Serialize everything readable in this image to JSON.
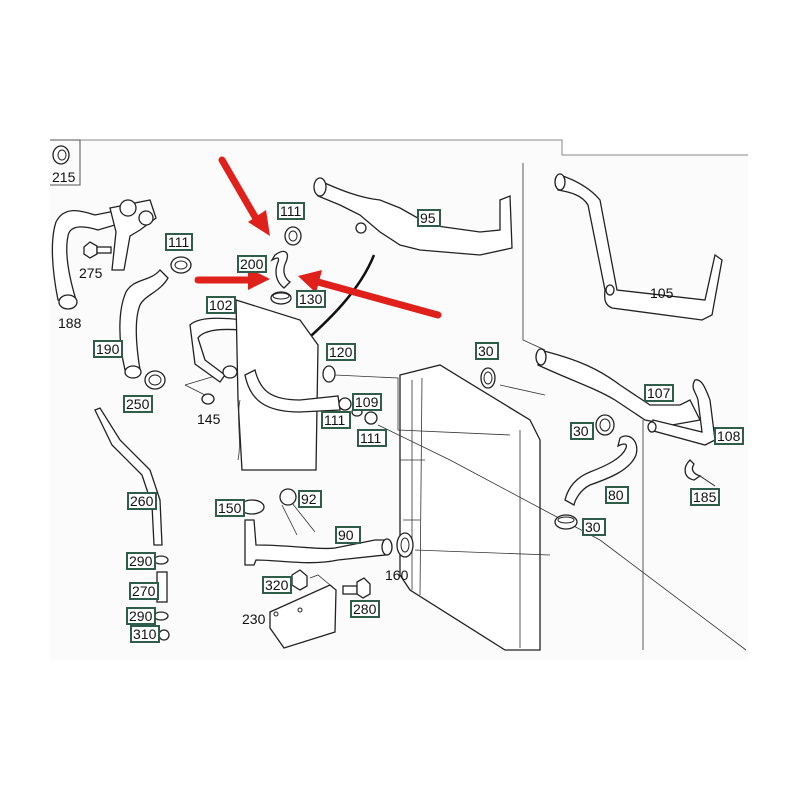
{
  "diagram": {
    "title": "Engine cooling hoses and radiator parts diagram",
    "label_box_color": "#2f5d4a",
    "highlight_color": "#e0201b",
    "highlighted_part": "200",
    "boxed_labels": [
      {
        "id": "111a",
        "text": "111"
      },
      {
        "id": "111b",
        "text": "111"
      },
      {
        "id": "200",
        "text": "200"
      },
      {
        "id": "130",
        "text": "130"
      },
      {
        "id": "95",
        "text": "95"
      },
      {
        "id": "102",
        "text": "102"
      },
      {
        "id": "190",
        "text": "190"
      },
      {
        "id": "250",
        "text": "250"
      },
      {
        "id": "120",
        "text": "120"
      },
      {
        "id": "109",
        "text": "109"
      },
      {
        "id": "111c",
        "text": "111"
      },
      {
        "id": "111d",
        "text": "111"
      },
      {
        "id": "30a",
        "text": "30"
      },
      {
        "id": "107",
        "text": "107"
      },
      {
        "id": "30b",
        "text": "30"
      },
      {
        "id": "108",
        "text": "108"
      },
      {
        "id": "80",
        "text": "80"
      },
      {
        "id": "185",
        "text": "185"
      },
      {
        "id": "30c",
        "text": "30"
      },
      {
        "id": "260",
        "text": "260"
      },
      {
        "id": "150",
        "text": "150"
      },
      {
        "id": "92",
        "text": "92"
      },
      {
        "id": "90",
        "text": "90"
      },
      {
        "id": "290a",
        "text": "290"
      },
      {
        "id": "270",
        "text": "270"
      },
      {
        "id": "290b",
        "text": "290"
      },
      {
        "id": "310",
        "text": "310"
      },
      {
        "id": "320",
        "text": "320"
      },
      {
        "id": "280",
        "text": "280"
      }
    ],
    "plain_labels": [
      {
        "id": "215",
        "text": "215"
      },
      {
        "id": "275",
        "text": "275"
      },
      {
        "id": "188",
        "text": "188"
      },
      {
        "id": "145",
        "text": "145"
      },
      {
        "id": "105",
        "text": "105"
      },
      {
        "id": "160",
        "text": "160"
      },
      {
        "id": "230",
        "text": "230"
      }
    ]
  }
}
